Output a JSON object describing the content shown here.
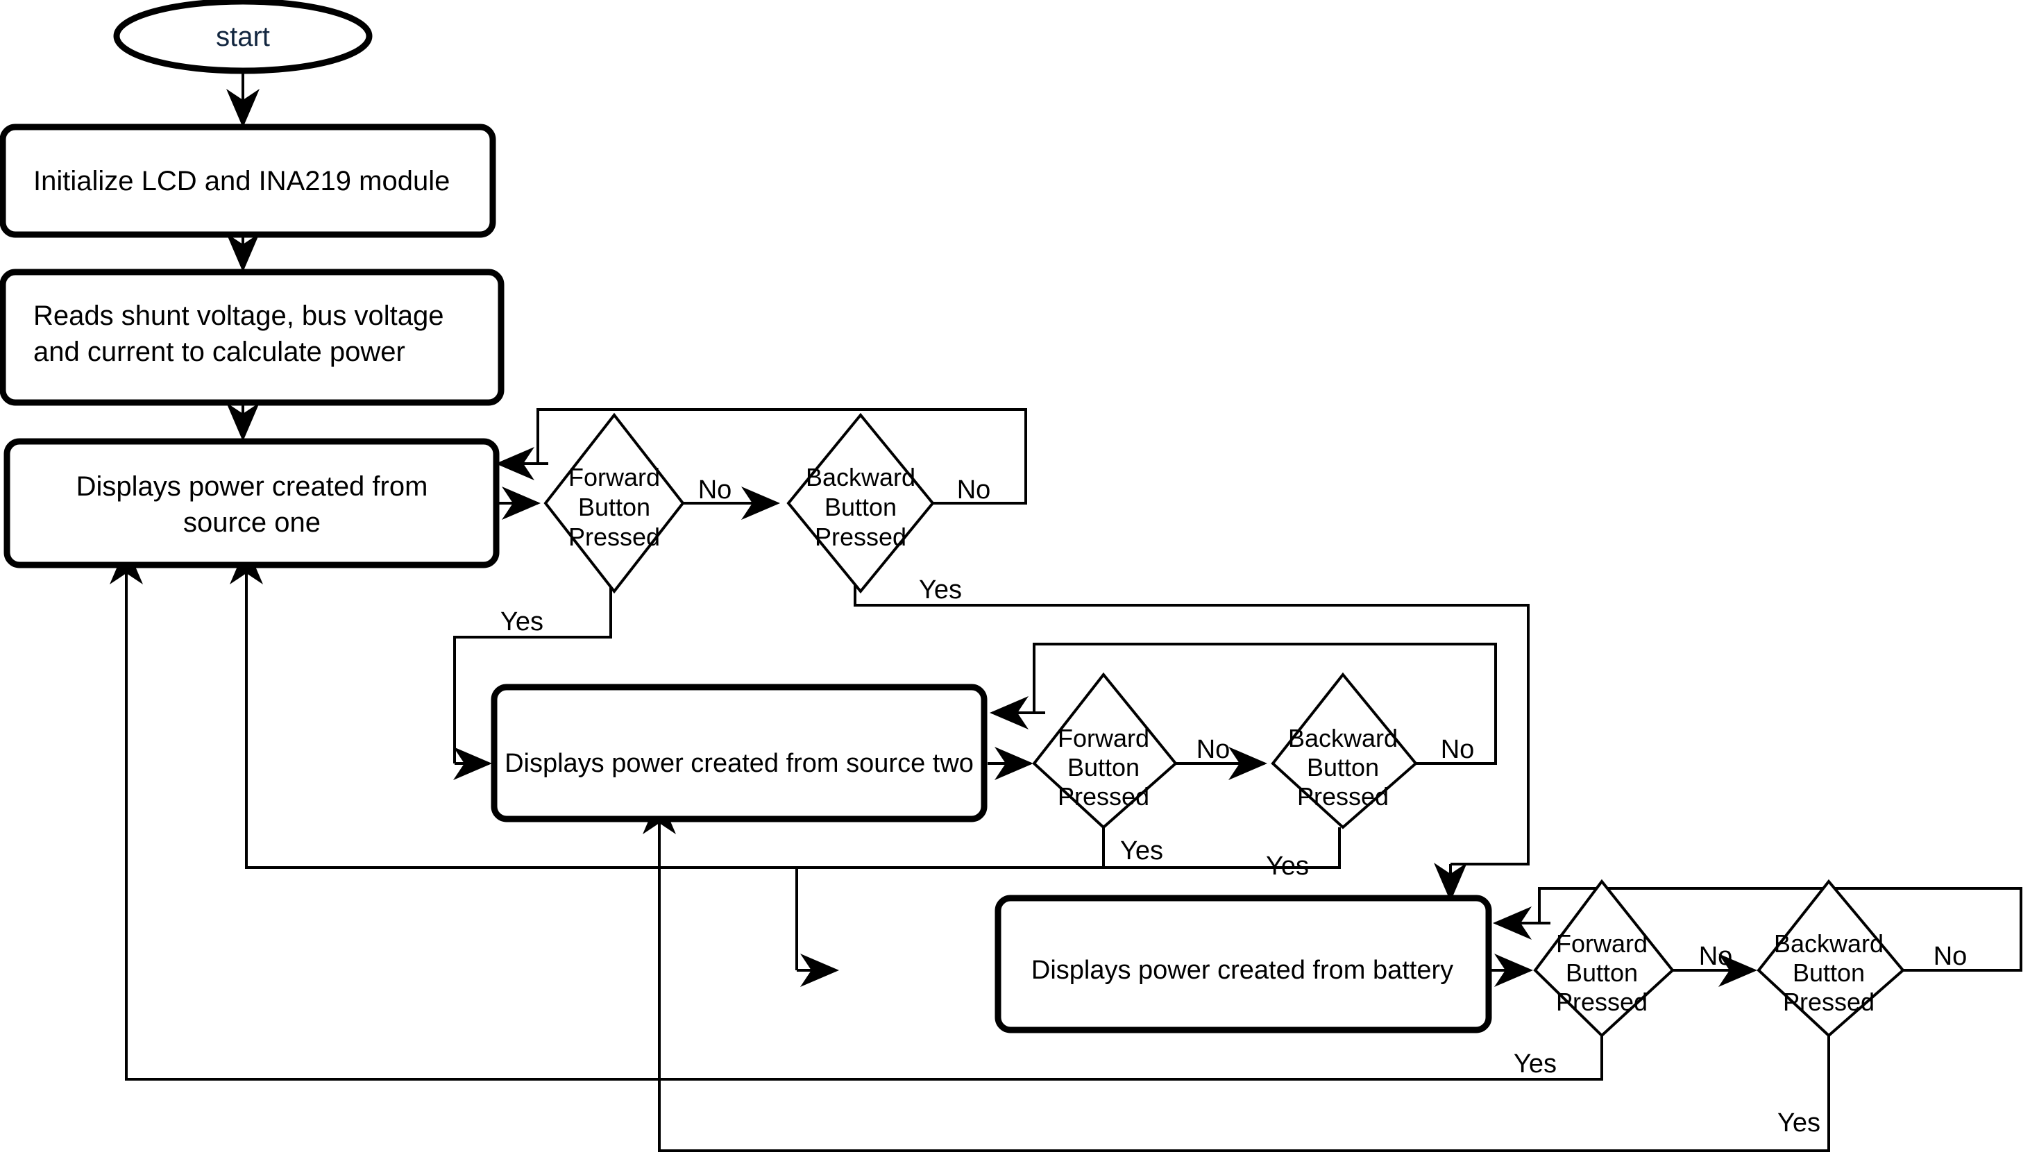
{
  "diagram": {
    "title_text": "INA219 power monitoring flowchart",
    "background": "#ffffff",
    "stroke": "#000000",
    "start_text_color": "#12263f"
  },
  "nodes": {
    "start": {
      "label": "start",
      "shape": "terminator"
    },
    "init": {
      "label": "Initialize LCD and INA219 module",
      "shape": "process"
    },
    "read": {
      "line1": "Reads shunt voltage, bus voltage",
      "line2": "and current to calculate power",
      "shape": "process"
    },
    "disp_one": {
      "line1": "Displays power created from",
      "line2": "source one",
      "shape": "process"
    },
    "disp_two": {
      "label": "Displays power created from  source two",
      "shape": "process"
    },
    "disp_batt": {
      "label": "Displays power created from  battery",
      "shape": "process"
    },
    "dec_fwd_1": {
      "line1": "Forward",
      "line2": "Button",
      "line3": "Pressed",
      "shape": "decision"
    },
    "dec_bwd_1": {
      "line1": "Backward",
      "line2": "Button",
      "line3": "Pressed",
      "shape": "decision"
    },
    "dec_fwd_2": {
      "line1": "Forward",
      "line2": "Button",
      "line3": "Pressed",
      "shape": "decision"
    },
    "dec_bwd_2": {
      "line1": "Backward",
      "line2": "Button",
      "line3": "Pressed",
      "shape": "decision"
    },
    "dec_fwd_3": {
      "line1": "Forward",
      "line2": "Button",
      "line3": "Pressed",
      "shape": "decision"
    },
    "dec_bwd_3": {
      "line1": "Backward",
      "line2": "Button",
      "line3": "Pressed",
      "shape": "decision"
    }
  },
  "edge_labels": {
    "no_fwd_1": "No",
    "no_bwd_1": "No",
    "yes_fwd_1": "Yes",
    "yes_bwd_1": "Yes",
    "no_fwd_2": "No",
    "no_bwd_2": "No",
    "yes_fwd_2": "Yes",
    "yes_bwd_2": "Yes",
    "no_fwd_3": "No",
    "no_bwd_3": "No",
    "yes_fwd_3": "Yes",
    "yes_bwd_3": "Yes"
  }
}
